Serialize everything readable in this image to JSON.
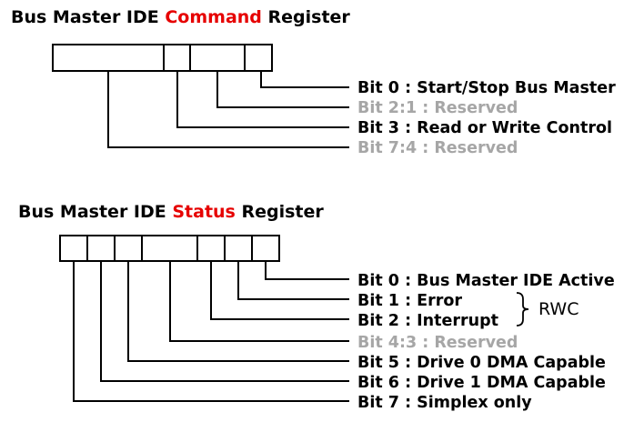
{
  "command": {
    "title_pre": "Bus Master IDE ",
    "title_highlight": "Command",
    "title_post": " Register",
    "bits": [
      {
        "label": "Bit 0 : Start/Stop Bus Master",
        "reserved": false
      },
      {
        "label": "Bit 2:1 : Reserved",
        "reserved": true
      },
      {
        "label": "Bit 3 : Read or Write Control",
        "reserved": false
      },
      {
        "label": "Bit 7:4 : Reserved",
        "reserved": true
      }
    ]
  },
  "status": {
    "title_pre": "Bus Master IDE ",
    "title_highlight": "Status",
    "title_post": " Register",
    "bits": [
      {
        "label": "Bit 0 : Bus Master IDE Active",
        "reserved": false
      },
      {
        "label": "Bit 1 : Error",
        "reserved": false
      },
      {
        "label": "Bit 2 : Interrupt",
        "reserved": false
      },
      {
        "label": "Bit 4:3 : Reserved",
        "reserved": true
      },
      {
        "label": "Bit 5 : Drive 0 DMA Capable",
        "reserved": false
      },
      {
        "label": "Bit 6 : Drive 1 DMA Capable",
        "reserved": false
      },
      {
        "label": "Bit 7 : Simplex only",
        "reserved": false
      }
    ],
    "rwc_label": "RWC"
  },
  "colors": {
    "highlight": "#e60000",
    "reserved": "#a6a6a6",
    "text": "#000000"
  }
}
